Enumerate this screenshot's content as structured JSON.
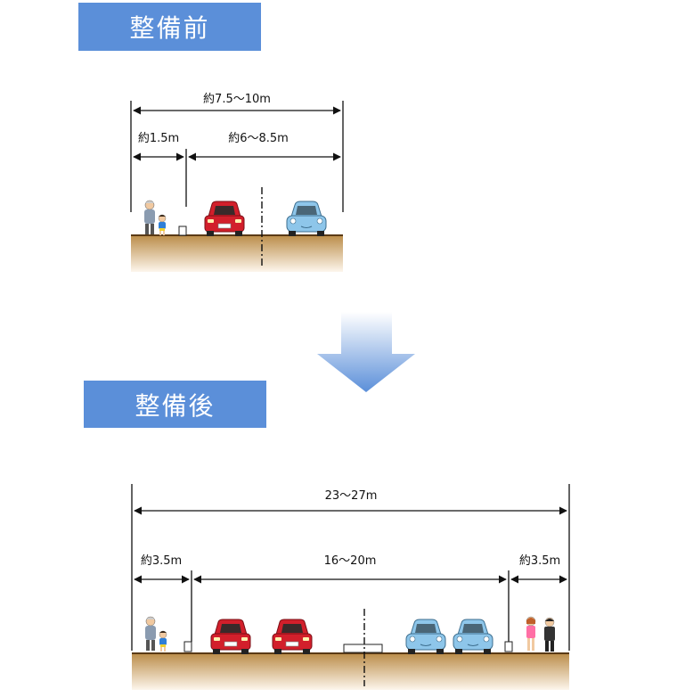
{
  "before": {
    "title": "整備前",
    "total_width": "約7.5〜10m",
    "sidewalk_width": "約1.5m",
    "roadway_width": "約6〜8.5m"
  },
  "after": {
    "title": "整備後",
    "total_width": "23〜27m",
    "left_sidewalk_width": "約3.5m",
    "roadway_width": "16〜20m",
    "right_sidewalk_width": "約3.5m"
  },
  "colors": {
    "title_bg": "#5b8fd9",
    "ground": "#c9a463",
    "car_red": "#d21f2b",
    "car_blue": "#8ec6ea"
  }
}
